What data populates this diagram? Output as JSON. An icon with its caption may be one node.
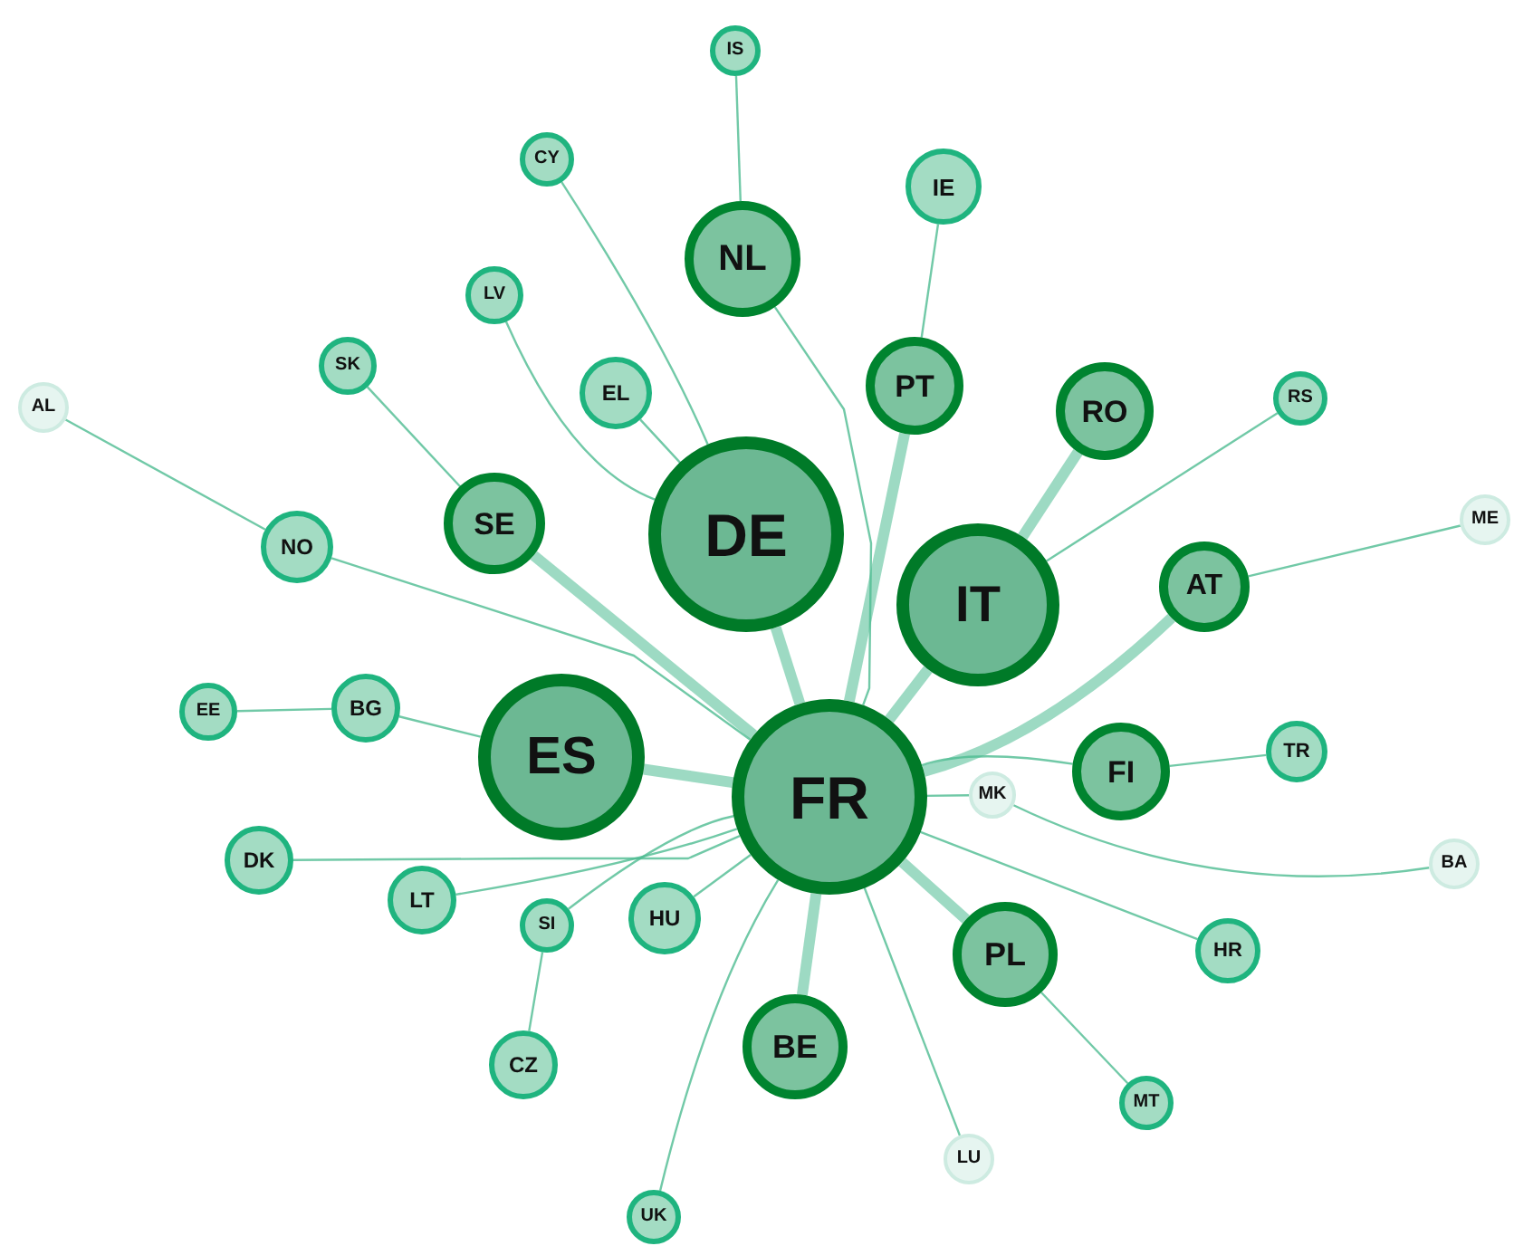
{
  "diagram": {
    "nodes": [
      {
        "text": [
          "IS"
        ]
      },
      {
        "text": [
          "CY"
        ]
      },
      {
        "text": [
          "IE"
        ]
      },
      {
        "text": [
          "NL"
        ]
      },
      {
        "text": [
          "LV"
        ]
      },
      {
        "text": [
          "SK"
        ]
      },
      {
        "text": [
          "EL"
        ]
      },
      {
        "text": [
          "PT"
        ]
      },
      {
        "text": [
          "RO"
        ]
      },
      {
        "text": [
          "RS"
        ]
      },
      {
        "text": [
          "AL"
        ]
      },
      {
        "text": [
          "SE"
        ]
      },
      {
        "text": [
          "DE"
        ]
      },
      {
        "text": [
          "NO"
        ]
      },
      {
        "text": [
          "IT"
        ]
      },
      {
        "text": [
          "ME"
        ]
      },
      {
        "text": [
          "AT"
        ]
      },
      {
        "text": [
          "EE"
        ]
      },
      {
        "text": [
          "BG"
        ]
      },
      {
        "text": [
          "ES"
        ]
      },
      {
        "text": [
          "FR"
        ]
      },
      {
        "text": [
          "MK"
        ]
      },
      {
        "text": [
          "FI"
        ]
      },
      {
        "text": [
          "TR"
        ]
      },
      {
        "text": [
          "DK"
        ]
      },
      {
        "text": [
          "LT"
        ]
      },
      {
        "text": [
          "SI"
        ]
      },
      {
        "text": [
          "HU"
        ]
      },
      {
        "text": [
          "BA"
        ]
      },
      {
        "text": [
          "HR"
        ]
      },
      {
        "text": [
          "PL"
        ]
      },
      {
        "text": [
          "BE"
        ]
      },
      {
        "text": [
          "CZ"
        ]
      },
      {
        "text": [
          "MT"
        ]
      },
      {
        "text": [
          "LU"
        ]
      },
      {
        "text": [
          "UK"
        ]
      }
    ],
    "edges": [
      {
        "from": 12,
        "to": 20,
        "arrow": "none",
        "style": "thick"
      },
      {
        "from": 19,
        "to": 20,
        "arrow": "none",
        "style": "thick"
      },
      {
        "from": 14,
        "to": 20,
        "arrow": "none",
        "style": "thick"
      },
      {
        "from": 30,
        "to": 20,
        "arrow": "none",
        "style": "thick"
      },
      {
        "from": 11,
        "to": 20,
        "arrow": "none",
        "style": "thick"
      },
      {
        "from": 8,
        "to": 14,
        "arrow": "none",
        "style": "thick"
      },
      {
        "from": 7,
        "to": 20,
        "arrow": "none",
        "style": "thick"
      },
      {
        "from": 3,
        "to": 20,
        "arrow": "none"
      },
      {
        "from": 16,
        "to": 20,
        "arrow": "none",
        "style": "thick"
      },
      {
        "from": 22,
        "to": 20,
        "arrow": "none"
      },
      {
        "from": 31,
        "to": 20,
        "arrow": "none",
        "style": "thick"
      },
      {
        "from": 21,
        "to": 20,
        "arrow": "none"
      },
      {
        "from": 24,
        "to": 20,
        "arrow": "none"
      },
      {
        "from": 25,
        "to": 20,
        "arrow": "none"
      },
      {
        "from": 26,
        "to": 20,
        "arrow": "none"
      },
      {
        "from": 35,
        "to": 20,
        "arrow": "none"
      },
      {
        "from": 34,
        "to": 20,
        "arrow": "none"
      },
      {
        "from": 29,
        "to": 20,
        "arrow": "none"
      },
      {
        "from": 27,
        "to": 20,
        "arrow": "none"
      },
      {
        "from": 13,
        "to": 20,
        "arrow": "none"
      },
      {
        "from": 4,
        "to": 12,
        "arrow": "none"
      },
      {
        "from": 1,
        "to": 12,
        "arrow": "none"
      },
      {
        "from": 0,
        "to": 3,
        "arrow": "none"
      },
      {
        "from": 5,
        "to": 11,
        "arrow": "none"
      },
      {
        "from": 10,
        "to": 13,
        "arrow": "none"
      },
      {
        "from": 2,
        "to": 7,
        "arrow": "none"
      },
      {
        "from": 9,
        "to": 14,
        "arrow": "none"
      },
      {
        "from": 15,
        "to": 16,
        "arrow": "none"
      },
      {
        "from": 17,
        "to": 18,
        "arrow": "none"
      },
      {
        "from": 18,
        "to": 19,
        "arrow": "none"
      },
      {
        "from": 21,
        "to": 28,
        "arrow": "none"
      },
      {
        "from": 22,
        "to": 23,
        "arrow": "none"
      },
      {
        "from": 30,
        "to": 33,
        "arrow": "none"
      },
      {
        "from": 6,
        "to": 12,
        "arrow": "none"
      },
      {
        "from": 32,
        "to": 26,
        "arrow": "none"
      }
    ]
  }
}
